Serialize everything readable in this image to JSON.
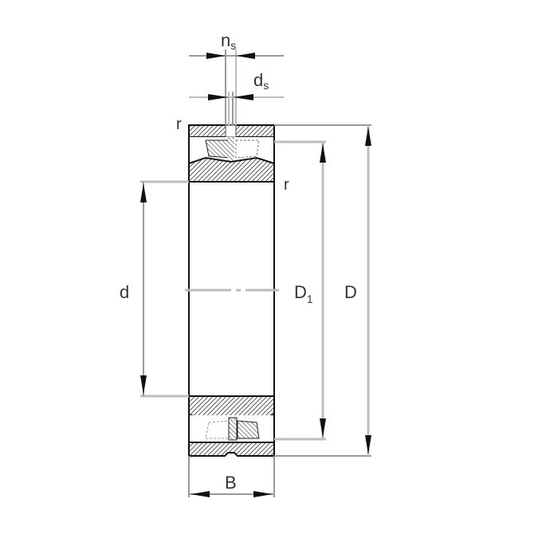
{
  "diagram": {
    "title": "Spherical roller bearing cross-section dimension drawing",
    "labels": {
      "ns": {
        "main": "n",
        "sub": "s"
      },
      "ds": {
        "main": "d",
        "sub": "s"
      },
      "r_top": "r",
      "r_inner": "r",
      "d": "d",
      "D1": {
        "main": "D",
        "sub": "1"
      },
      "D": "D",
      "B": "B"
    },
    "colors": {
      "outline": "#111111",
      "dimension_line": "#9a9a9a",
      "extension_line": "#bdbdbd",
      "hatch": "#555555",
      "text": "#333333",
      "background": "#ffffff"
    }
  }
}
